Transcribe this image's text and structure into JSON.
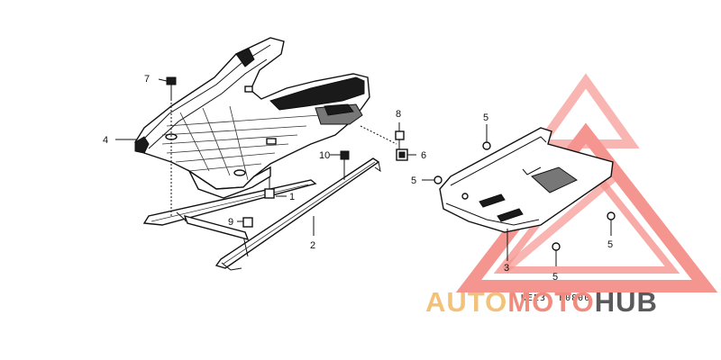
{
  "diagram": {
    "callouts": [
      {
        "id": "1",
        "label": "1"
      },
      {
        "id": "2",
        "label": "2"
      },
      {
        "id": "3",
        "label": "3"
      },
      {
        "id": "4",
        "label": "4"
      },
      {
        "id": "5a",
        "label": "5"
      },
      {
        "id": "5b",
        "label": "5"
      },
      {
        "id": "5c",
        "label": "5"
      },
      {
        "id": "5d",
        "label": "5"
      },
      {
        "id": "6",
        "label": "6"
      },
      {
        "id": "7",
        "label": "7"
      },
      {
        "id": "8",
        "label": "8"
      },
      {
        "id": "9",
        "label": "9"
      },
      {
        "id": "10",
        "label": "10"
      }
    ],
    "drawing_code": "KEE3- F0800"
  },
  "watermark": {
    "brand_auto": "AUTO",
    "brand_moto": "MOTO",
    "brand_hub": "HUB",
    "colors": {
      "auto": "#f2c27a",
      "moto": "#f08b7e",
      "hub": "#5a5a5a",
      "triangle": "#ee3f36"
    }
  }
}
